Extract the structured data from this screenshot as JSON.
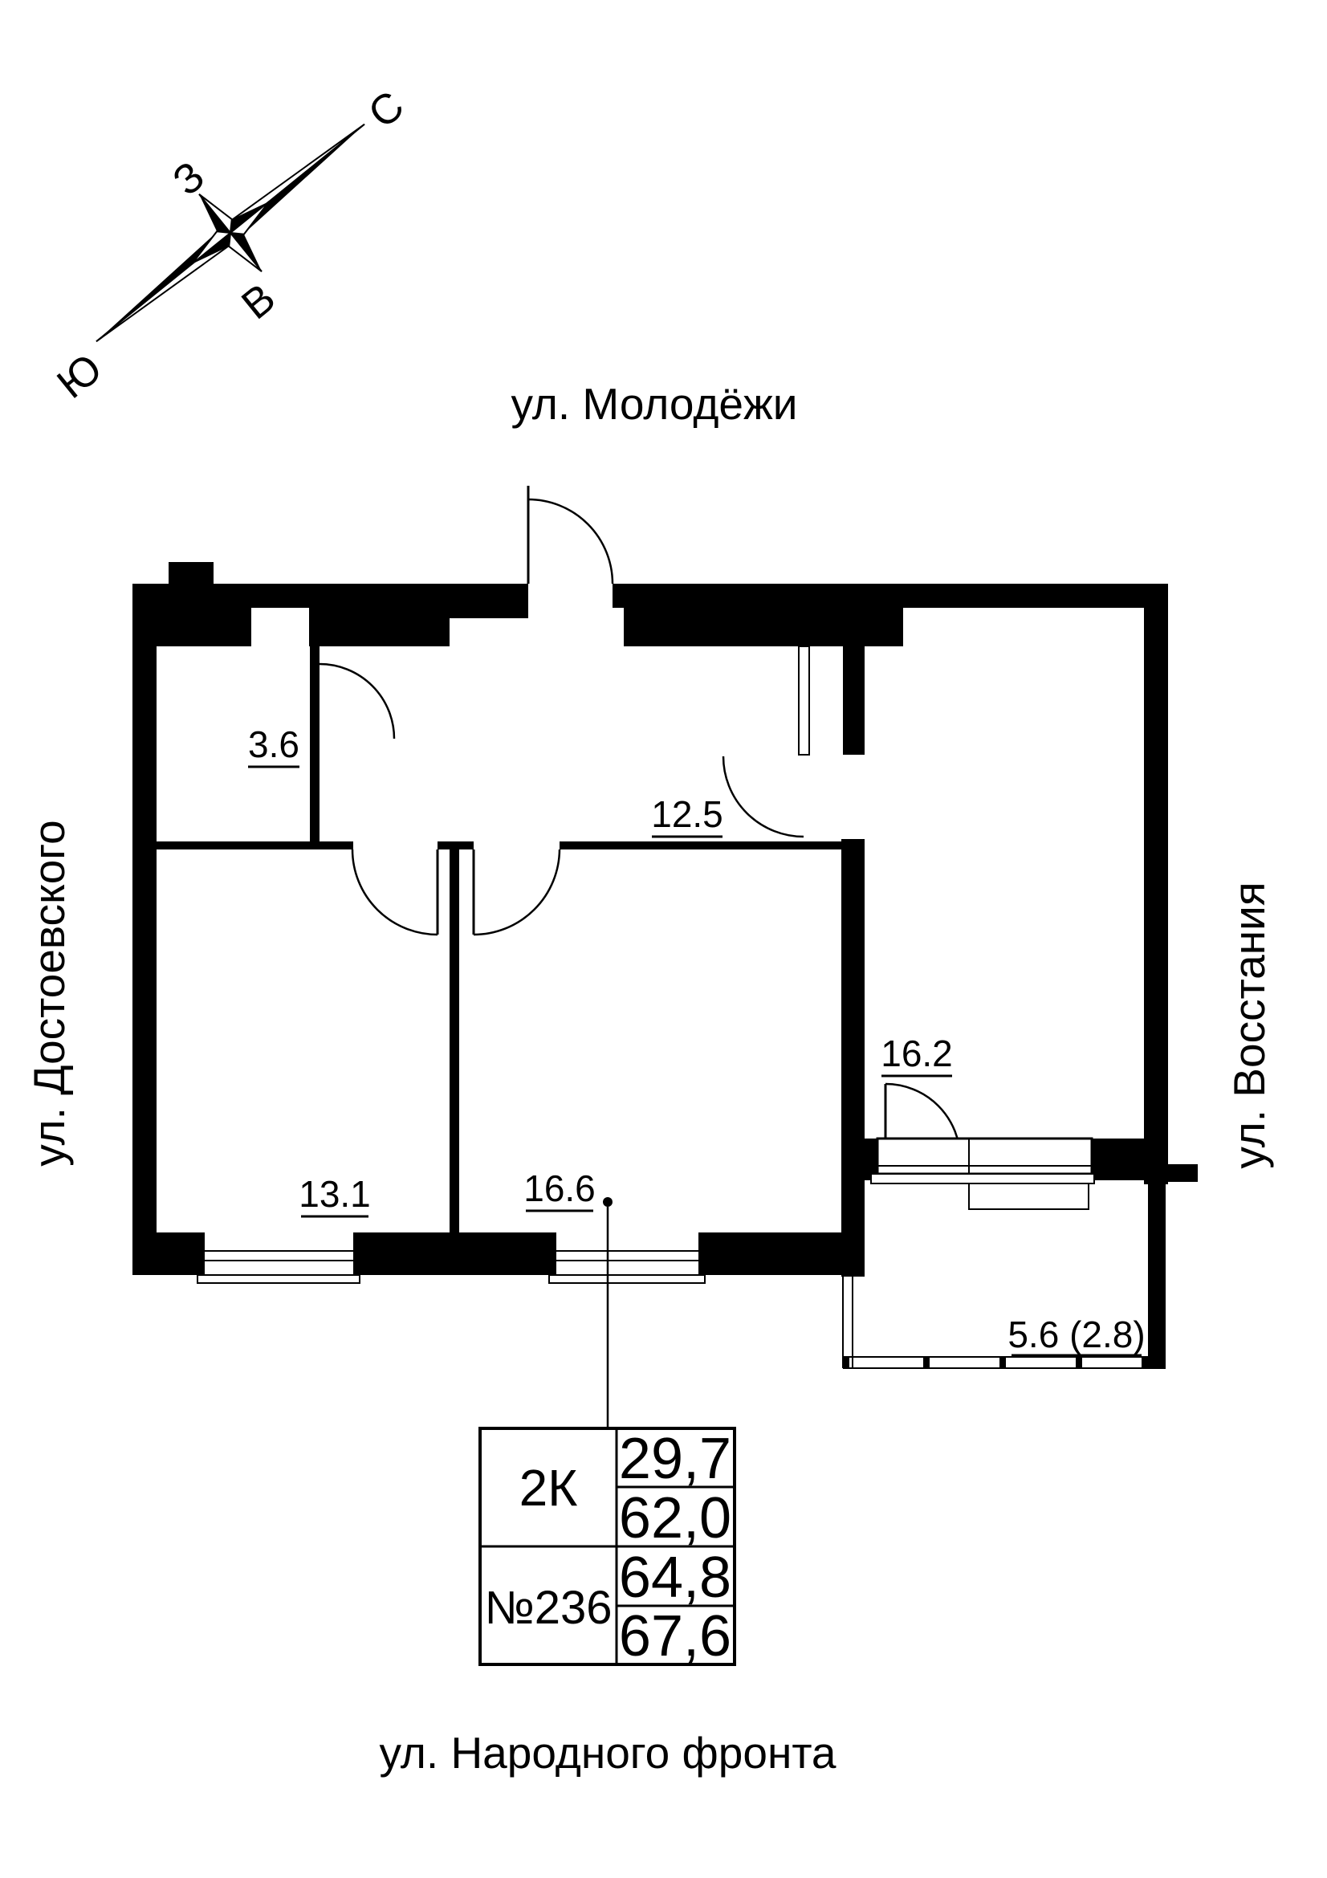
{
  "title": "Apartment floor plan 2K No.236",
  "compass": {
    "north_label": "С",
    "west_label": "З",
    "east_label": "В",
    "south_label": "Ю"
  },
  "streets": {
    "top": "ул. Молодёжи",
    "left": "ул. Достоевского",
    "right": "ул. Восстания",
    "bottom": "ул. Народного фронта"
  },
  "rooms": [
    {
      "name": "storage",
      "area_label": "3.6"
    },
    {
      "name": "hallway",
      "area_label": "12.5"
    },
    {
      "name": "room-13-1",
      "area_label": "13.1"
    },
    {
      "name": "room-16-6",
      "area_label": "16.6"
    },
    {
      "name": "room-16-2",
      "area_label": "16.2"
    },
    {
      "name": "balcony",
      "area_label": "5.6 (2.8)"
    }
  ],
  "info_table": {
    "apartment_type": "2К",
    "apartment_number": "№236",
    "living_area": "29,7",
    "area_row_2": "62,0",
    "area_row_3": "64,8",
    "total_area": "67,6"
  },
  "colors": {
    "ink": "#000000",
    "background": "#ffffff"
  }
}
